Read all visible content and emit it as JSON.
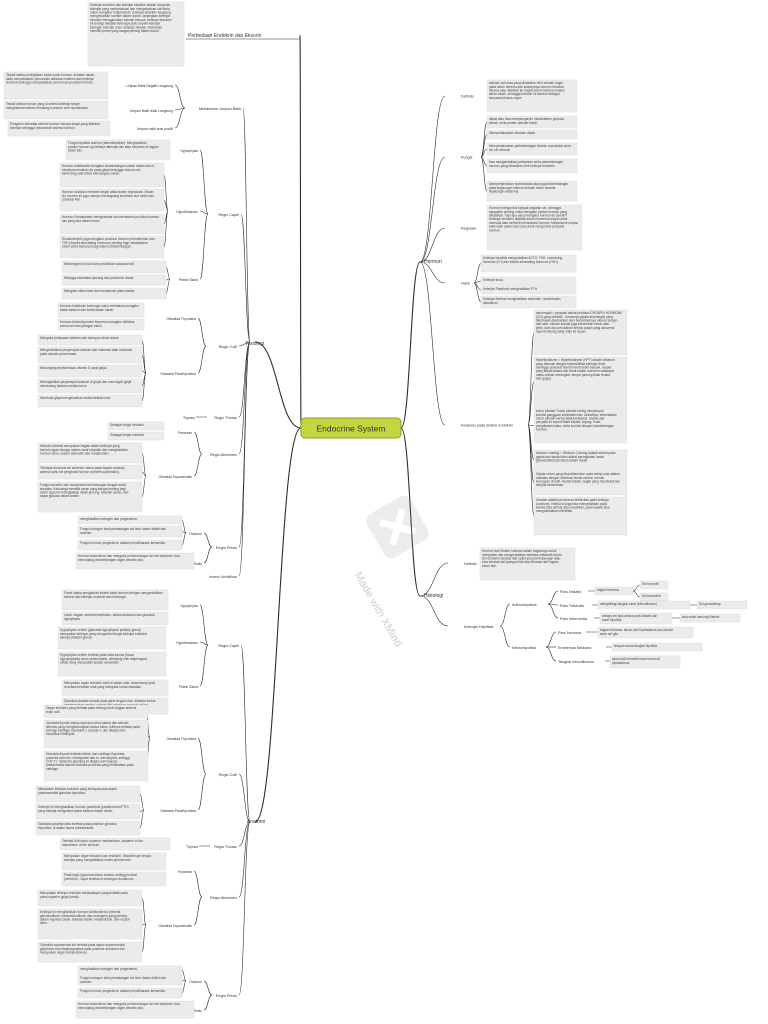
{
  "center": "Endocrine System",
  "branches": {
    "hormon": "Hormon",
    "histologi": "Histologi",
    "perbedaan": "Perbedaan Endokrin dan Eksorin",
    "fisiologi": "Fisiologi",
    "anatomi": "Anatomi"
  },
  "hormon": {
    "definisi": "Definisi",
    "definisi_text": "sebuah zat kimia yang dihasilkan oleh sebuah organ pada tubuh tertentu dan selanjutnya hormon tersebut dibawa atau dialirkan ke bagian tubuh lainnya melalui aliran darah, sehingga hormon ini disebut sebagai senyawa khusus organ",
    "fungsi": "Fungsi",
    "fungsi_items": [
      "dapat atau bisa mempengaruhi metabolisme glukosa, lemak, serta protein sebuah tubuh.",
      "Mempertahankan tekanan darah.",
      "Mempertahankan perkembangan ekstrim reproduksi serta ciri-ciri seksual",
      "bisa mengendalikan pelepasan serta perkembangan hormon yang dihasilkan oleh kelenjar endokrin",
      "Mempertahankan homeostasis atau juga keseimbangan pada lingkungan internal sebuah tubuh beserta lingkungan eksternal."
    ],
    "regulasi": "Regulasi",
    "regulasi_text": "Hormon mengontrol banyak kegiatan sel, sehingga sangatlah penting untuk mengatur jumlah hormon yang dihasilkan. Tapi apa yang mengatur hormon itu sendiri? Kelenjar endokrin disetiap tubuh menerima sinyal untuk memulai atau berhenti mensekresi hormon. Mekanisme umpan balik ialah salah satu cara untuk mengontrol produksi hormon.",
    "hasil": "Hasil",
    "hasil_items": [
      "Kelenjar hipofisis menghasilkan ACTH, TSH, Luteinizing hormone (LH) dan follicle-stimulating hormone (FSH).",
      "Kelenjar tiroid.",
      "Kelenjar Paratiroid menghasilkan PTH",
      "Kelenjar Adrenal menghasilkan adrenalin, noradrenalin, aldosteron"
    ],
    "kelainan": "Kelainan pada sistem endokrin",
    "kelainan_items": [
      "akromegali = penyakit akibat produksi GROWTH HORMONE (GH) yang berlebih. Umumnya gejala akromegali yang ditemukan disebabkan oleh bertambahnya ukuran tangan dan kaki. Ukuran kepala juga bertambah besar atau jelek, dahi dan perubahan bentuk wajah yang abnormal seperti rahang yang maju ke depan.",
      "Hipertiroidisme = Hipertiroidisme (HPT) adalah kelainan yang ditandai dengan hiperaktifitas kelenjar tiroid sehingga produksi hormon tiroid lebih banyak. Gejala yang terjadi antara lain berat badan menurun walaupun nafsu makan meningkat, denyut jantung tidak teratur, dan gugup.",
      "tumor pituitari Tumor pituitari sering menyerupai kondisi gangguan kesehatan lain. Akibatnya, keberadaan tumor pituitari sering tidak terdeteksi. Gejala dari penyakit ini seperti sakit kepala, kejang, mual, penglihatan kabur, serta kondisi dengan keseimbangan hormon.",
      "sindrom cushing = Sindrom Cushing adalah sekumpulan gejala dan tanda klinis akibat peningkatan kadar glukokortikoid (kortisol) dalam darah.",
      "Gejala umum yang bisa ditemukan pada setiap usia adalah obesitas dengan distribusi lemak sentral, bercak keunguan di kulit, mudah lebam, wajah yang membulat dan tampak kemerahan.",
      "Ovarian adalah penurunan efektivitas pada kelenjar (ovarium). Infeksi ini juga bisa menyebabkan pada wanita bisa terlihat atau kesakitan, pada wanita bisa mengakibatkan infertilitas."
    ]
  },
  "histologi": {
    "definisi": "Definisi",
    "definisi_text": "Hormon dari Sistem tubuhan dalam bagiannya untuk mengubah dan mengendalikan aktivitas metabolik tubuh. Sel endokrin berasal dari epitel yang berhubungan atau bisa berasal dari jaringan ikat atau berasal dari bagian tubuh lain.",
    "hipofisis": "Kelenjar Hipofisis",
    "adeno": "Adenohipofisis",
    "neuro": "Neurohipofisis",
    "pars_distalis": "Pars Distalis",
    "pars_tuberalis": "Pars Tuberalis",
    "pars_intermedia": "Pars Intermedia",
    "pars_nervosa": "Pars Nervosa",
    "eminensia": "Eminensia Mediana",
    "tangkai": "Tangkai Infundibulum",
    "pd_desc": "bagian terbesar",
    "pd_items": [
      "Sel kromofil",
      "Sel kromofob"
    ],
    "pt_desc": "mengelilingi tangkai saraf (infundibulum)",
    "pt_tail": "Sel gonadotrop",
    "pi_desc": "selapis sel tipis antara pars distalis dan saraf hipofisis",
    "pi_tail": "sisa celah kantong Rathke",
    "pn_desc": "bagian terbesar, akson dari hipotalamus dan pituisit serta sel glia",
    "em_desc": "tempat muara tangkai hipofisis",
    "ti_desc": "akson tak bermielin dari neuron di hipotalamus"
  },
  "perbedaan": {
    "text": "Kelenjar endokrin dan kelenjar eksokrin adalah dua jenis kelenjar yang memproduksi dan mengeluarkan zat kimia untuk mengatur fungsi tubuh. Kelenjar endokrin langsung mengeluarkan hormon dalam darah, sedangkan kelenjar eksokrin menggunakan saluran khusus. Kelenjar eksokrin ini terbagi menjadi beberapa jenis seperti kelenjar keringat, kelenjar susu, kelenjar minyak. Keduanya memiliki peran yang sangat penting dalam tubuh."
  },
  "fisiologi": {
    "mekanisme": "Mekanisme Umpan Balik",
    "ub_negatif": "Umpan Balik Negatif Langsung",
    "ub_tidak": "Umpan Balik tidak Langsung",
    "ub_positif": "Umpan balik buat positif",
    "ub_negatif_text": "Terjadi ketika peningkatan kadar suatu hormon di dalam darah, akan menyebabkan penurunan aktivitas endokrin dari kelenjar tersebut sehingga menyebabkan penurunan produksi hormon.",
    "ub_tidak_text": "Terjadi ketika hormon yang di sekresi kelenjar target menghambat sekresi releasing hormone oleh hipotalamus.",
    "ub_positif_text": "Pengaruh terhadap sekresi hormon berupa sinyal yang diterima kelenjar sehingga menambah sekresi hormon.",
    "regio_capiti": "Regio Capiti",
    "hypophysis": "Hypophysis",
    "hypophysis_text": "Fungsi hipofisis anterior (adenohipofisis): Menghasilkan produk hormon yg bekerja ditempat lain atau berperan di bagian tubuh lain.",
    "hypothalamus": "Hypothalamus",
    "hypothalamus_items": [
      "Hormon antidiuretik mengatur keseimbangan cairan dalam tubuh, misalnya menahan air pada ginjal sehingga volume urin berkurang saat tubuh kekurangan cairan.",
      "Hormon oksitosin memberi sinyal pada sistem reproduksi. Selain itu, hormon ini juga mampu merangsang kontraksi otot rahim dan produksi ASI.",
      "Hormon Somatostatin menghambat dan membantu produksi hormon lain yang ada dalam tubuh.",
      "Somatotrophin juga mengatur produksi hormon pertumbuhan dan TSH (thyroid-stimulating hormone) penting bagi metabolisme tubuh serta berperan bagi sistem perkembangan."
    ],
    "pineal": "Pineal Gland",
    "pineal_items": [
      "Memengaruhi mood dan perubahan suasana hati.",
      "Menjaga kesehatan jantung dan pembuluh darah.",
      "Mengatur siklus tidur dan menstruasi pada wanita."
    ],
    "regio_colli": "Regio Colli",
    "thyroidea": "Glandula Thyroidea",
    "thyroidea_items": [
      "Hormon Kalsitonin berfungsi untuk membantu mengatur kadar kalsium dan fosfat dalam darah.",
      "Hormon triiodothyronine berperan mengatur aktivitas semua sel dan jaringan tubuh."
    ],
    "parathyroidea": "Glandula Parathyroidea",
    "parathyroidea_items": [
      "Mengatur pelepasan kalsium dari tulang ke aliran darah.",
      "Mengendalikan penyerapan kalsium dari makanan atau minuman pada saluran pencernaan.",
      "Menunjang pembentukan vitamin D pada ginjal.",
      "Meningkatkan penyerapan kalsium di ginjal dan mencegah ginjal membuang kalsium melalui urine.",
      "Membuat ginjal mengeluarkan fosfat melalui urine."
    ],
    "regio_thorax": "Regio Thorax",
    "thymus": "Thymus",
    "regio_abdomen": "Regio Abdomen",
    "pancreas": "Pancreas",
    "pancreas_items": [
      "Sebagai fungsi eksokrin",
      "Sebagai fungsi endokrin"
    ],
    "suprarenalis": "Glandula Suprarenalis",
    "suprarenalis_items": [
      "Medulla Adrenal merupakan bagian dalam kelenjar yang berhubungan dengan sistem saraf simpatik dan menghasilkan hormon stres, seperti adrenalin dan noradrenalin.",
      "Terdapat dua jenis sel sekretori utama pada bagian medulla adrenal yaitu sel penghasil hormon epinefrin (adrenalin).",
      "Fungsi epinefrin dan norepinefrin berhubungan dengan saraf simpatis. Keduanya memiliki peran yang sangat penting bagi tubuh seperti meningkatkan detak jantung, tekanan darah, dan kadar glukosa dalam darah."
    ],
    "regio_pelvis": "Regio Pelvis",
    "ovarium": "Ovarium",
    "testis": "Testis",
    "ovarium_items": [
      "menghasilkan estrogen dan progesteron.",
      "Fungsi estrogen ialah pematangan sel telur dalam folikel dari ovarium.",
      "Fungsi hormon progesteron adalah pemeliharaan kehamilan."
    ],
    "testis_text": "Hormon testosteron dan mengatur perkembangan sel-sel sekunder, dan menunjang perkembangan organ kelamin pria.",
    "inventaris": "Invers Umbilikus"
  },
  "anatomi": {
    "regio_capiti": "Regio Capiti",
    "hypophysis": "Hypophysis",
    "hypophysis_items": [
      "Pusat utama pengaturan sistem saraf otonom dengan mengendalikan sekresi dari kelenjar endokrin dan berfungsi.",
      "Letak: bagian ventral encephalon, antara thalamus dan glandula hypophysis."
    ],
    "hypothalamus": "Hypothalamus",
    "hypothalamus_items": [
      "Hypophysis cerebri (glandula hypophysis/ pituitary gland) merupakan kelenjar yang mengontrol fungsi kelenjar endokrin lainnya (Master gland).",
      "Hypophysis cerebri terletak pada sella turcica (fossa hypophysialis) sinus sphenoidalis, dilindungi oleh diaphragma sellae yang merupakan lipatan duramater."
    ],
    "pineal": "Pineal Gland",
    "pineal_items": [
      "Merupakan organ endokrin kecil di dalam otak, tersembunyi jauh di antara hemisfer otak yang mengatur irama sirkadian.",
      "Glandula pinealis berada pada garis tengah otak, diantara kedua hemispherium cerebri, ventral dari splenium corporis callosi."
    ],
    "regio_colli": "Regio Colli",
    "thyroidea": "Glandula Thyroidea",
    "thyroidea_items": [
      "Organ endokrin yang terletak pada bidang tubuh bagian anterior regio colli.",
      "Glandula thyroid mempunyai dua lobus lateral dan sebuah isthmus yang menghubungkan kedua lobus. Isthmus terletak pada setinggi cartilago trachealis 2 sampai 4, dan dilapisi oleh musculus infrahyoid.",
      "Glandula thyroid terletak inferior dari cartilago thyroidea, posterior dari mm. infrahyoidei dan m. sternohyoid, setinggi CV5-T1. Selain itu glandula ini dilapisi oleh lapisan pretrachealis fascia cervicalis profunda yang melekatkan pada cartilago."
    ],
    "parathyroidea": "Glandula Parathyroidea",
    "parathyroidea_items": [
      "Merupakan kelenjar endokrin yang terdapat pada aspek posteromedial glandula thyroidea.",
      "Kelenjar ini menghasilkan hormon paratiroid (parathormon/PTH) yang bekerja mengontrol kadar kalsium dalam darah.",
      "Glandula parathyroidea terletak pada posterior glandula thyroidea, di dalam fascia pretrachealis."
    ],
    "regio_thorax": "Regio Thorax",
    "thymus": "Thymus",
    "thymus_text": "Terletak di thoracic superior mediastinum, posterior to the manubrium of the sternum.",
    "regio_abdomen": "Regio Abdomen",
    "pancreas": "Pancreas",
    "pancreas_items": [
      "Merupakan organ eksokrin dan endokrin. Eksokrinnya berupa kelenjar yang menghasilkan enzim pencernaan.",
      "Pada regio hypochondriaca sinistra, setinggi lumbal (vertebra). Caput terletak di cekungan duodenum."
    ],
    "suprarenalis": "Glandula Suprarenalis",
    "suprarenalis_items": [
      "Merupakan kelenjar endokrin berpasangan yang terletak pada polus superior ginjal (renal).",
      "Kelenjar ini menghasilkan hormon kortikosteroid (mineral, glukokortikoid, mineralokortikoid, dan androgen) yang penting dalam regulasi cairan, tekanan darah, metabolisme, dan respon stres.",
      "Glandula suprarenalis kiri terletak pada aspek superomedial ginjal dan crus diaphragmatica pada posterior abdomen dan merupakan organ retroperitoneal."
    ],
    "regio_pelvis": "Regio Pelvis",
    "ovarium": "Ovarium",
    "testis": "Testis",
    "ovarium_items": [
      "menghasilkan estrogen dan progesteron.",
      "Fungsi estrogen ialah pematangan sel telur dalam folikel dari ovarium.",
      "Fungsi hormon progesteron adalah pemeliharaan kehamilan."
    ],
    "testis_text": "Hormon testosteron dan mengatur perkembangan sel-sel sekunder, dan menunjang perkembangan organ kelamin pria."
  },
  "watermark": "XMind",
  "watermark_sub": "Made with XMind",
  "colors": {
    "center_fill": "#c3d640",
    "center_stroke": "#8aa02a",
    "line": "#2d2d2d",
    "note_fill": "#ebebeb"
  }
}
